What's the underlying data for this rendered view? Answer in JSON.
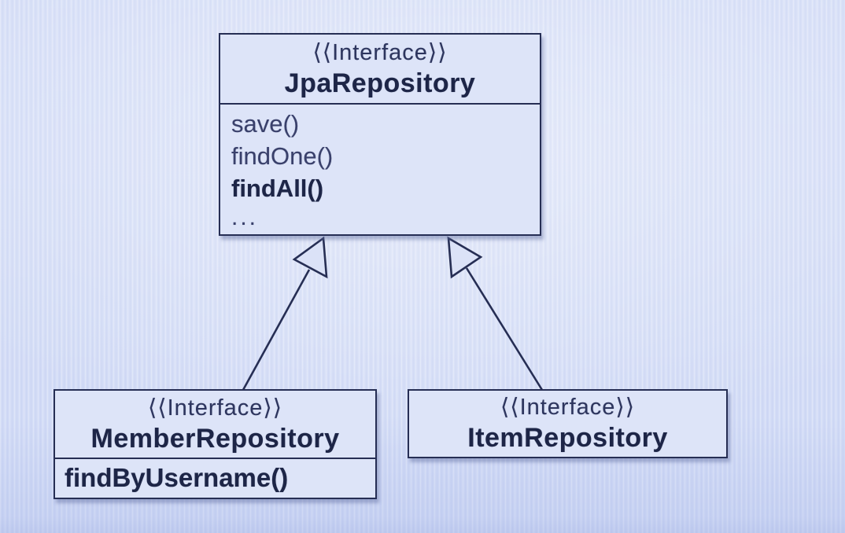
{
  "colors": {
    "ink": "#262e54",
    "background": "#d3dcf6",
    "box_fill": "#dde4f8"
  },
  "boxes": {
    "jpa": {
      "stereotype": "⟨⟨Interface⟩⟩",
      "name": "JpaRepository",
      "methods": [
        "save()",
        "findOne()",
        "findAll()",
        "..."
      ]
    },
    "member": {
      "stereotype": "⟨⟨Interface⟩⟩",
      "name": "MemberRepository",
      "methods": [
        "findByUsername()"
      ]
    },
    "item": {
      "stereotype": "⟨⟨Interface⟩⟩",
      "name": "ItemRepository",
      "methods": []
    }
  },
  "relationships": [
    {
      "type": "generalization",
      "from": "MemberRepository",
      "to": "JpaRepository"
    },
    {
      "type": "generalization",
      "from": "ItemRepository",
      "to": "JpaRepository"
    }
  ]
}
